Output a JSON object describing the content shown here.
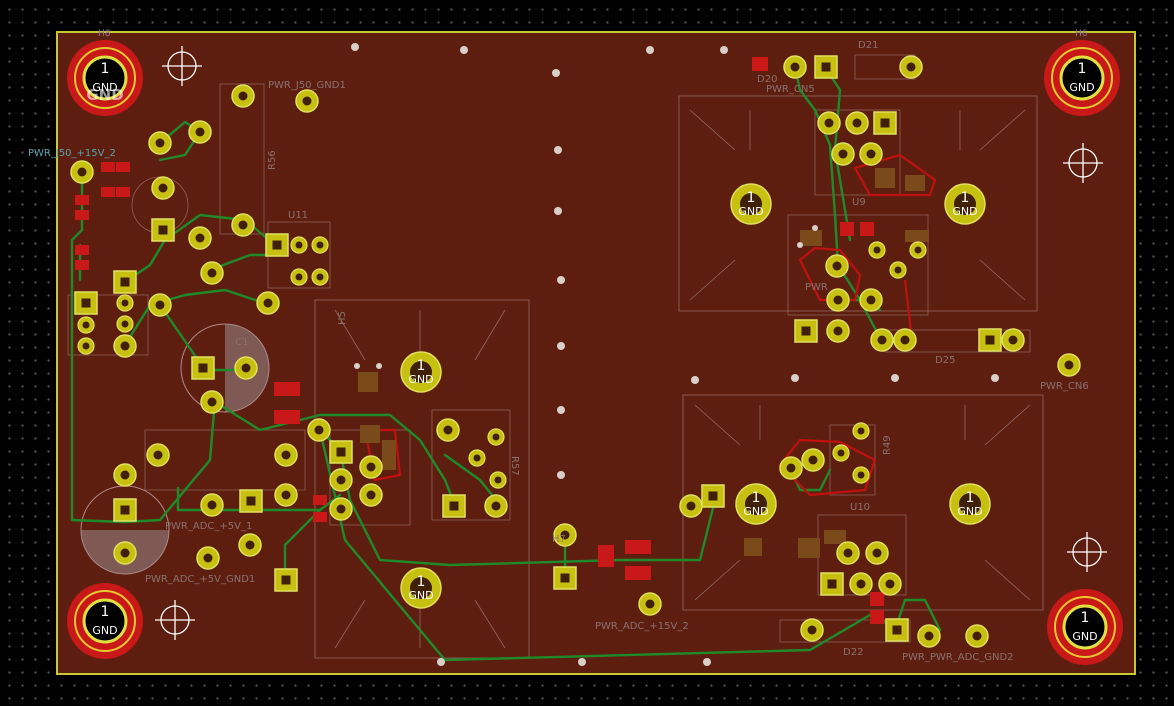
{
  "pcb": {
    "layer_colors": {
      "background": "#000000",
      "board_fill": "#5d1e0f",
      "edge_cuts": "#c8c832",
      "track": "#1f8a2a",
      "pad": "#c8c010",
      "smd_pad": "#c81818",
      "silkscreen": "#8a7070"
    },
    "mounting_holes": [
      {
        "ref": "H8",
        "pin": "1",
        "net": "GND"
      },
      {
        "ref": "H6",
        "pin": "1",
        "net": "GND"
      },
      {
        "ref": "",
        "pin": "1",
        "net": "GND"
      },
      {
        "ref": "",
        "pin": "1",
        "net": "GND"
      }
    ],
    "heatsink_pads": [
      {
        "pin": "1",
        "net": "GND"
      },
      {
        "pin": "1",
        "net": "GND"
      },
      {
        "pin": "1",
        "net": "GND"
      },
      {
        "pin": "1",
        "net": "GND"
      },
      {
        "pin": "1",
        "net": "GND"
      },
      {
        "pin": "1",
        "net": "GND"
      }
    ],
    "labels": {
      "pwr_j50_gnd1": "PWR_J50_GND1",
      "pwr_j50_15v": "PWR_J50_+15V_2",
      "r56": "R56",
      "u11": "U11",
      "h5": "H5",
      "r57": "R57",
      "pwr_adc_5v": "PWR_ADC_+5V_1",
      "pwr_adc_gnd": "PWR_ADC_+5V_GND1",
      "h7": "H7",
      "pwr_adc_15v_2": "PWR_ADC_+15V_2",
      "d21": "D21",
      "d20": "D20",
      "pwr_cn5": "PWR_CN5",
      "u9": "U9",
      "pwr_cn7": "PWR",
      "d25": "D25",
      "pwr_cn6": "PWR_CN6",
      "r49": "R49",
      "u10": "U10",
      "d22": "D22",
      "pwr_adc_gnd2": "PWR_PWR_ADC_GND2",
      "c1": "C1"
    }
  }
}
